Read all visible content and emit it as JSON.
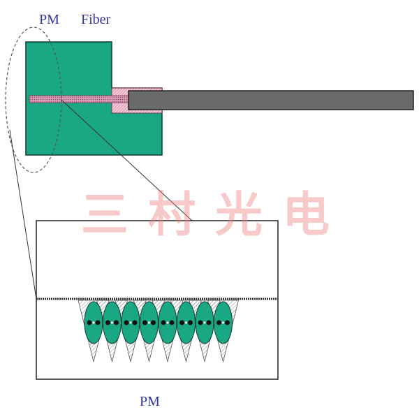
{
  "labels": {
    "pm_top": "PM",
    "fiber": "Fiber",
    "pm_bottom": "PM"
  },
  "watermark": "三村光电",
  "colors": {
    "block_green": "#1aa783",
    "fiber_gray": "#6a6a6a",
    "fiber_core_pink": "#d8a0b4",
    "fiber_sleeve_pink": "#f0c8d8",
    "label_blue": "#2f3596",
    "watermark_red": "#eb7878",
    "vgroove_fill": "#ffffff",
    "fiber_disk_green": "#1aa783"
  },
  "array": {
    "fiber_count": 8
  }
}
